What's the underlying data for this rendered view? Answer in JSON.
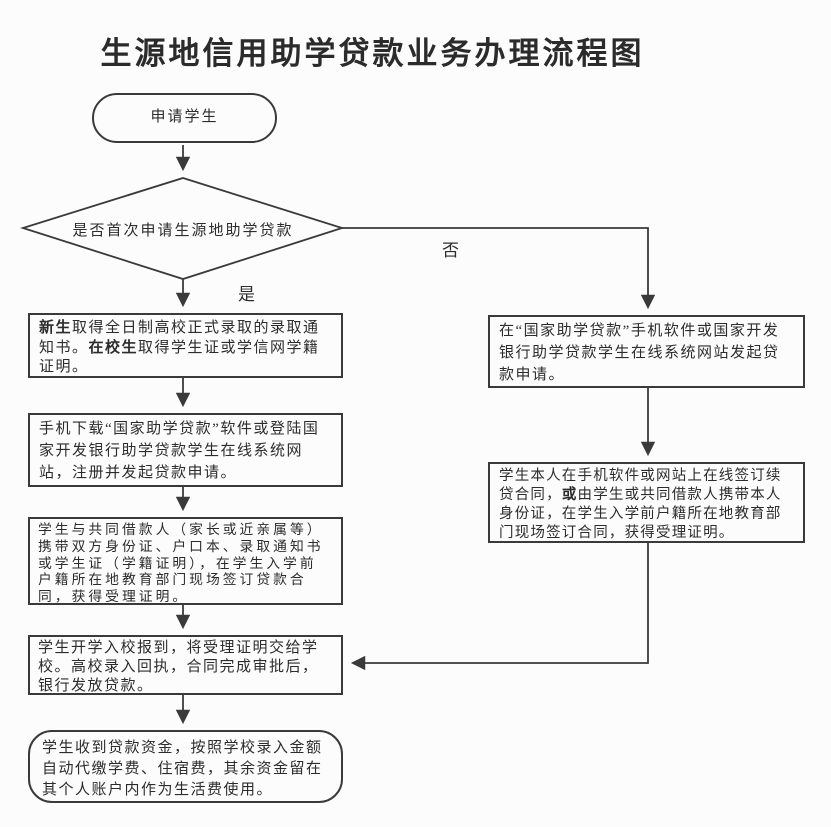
{
  "title": "生源地信用助学贷款业务办理流程图",
  "start": {
    "label": "申请学生"
  },
  "decision": {
    "label": "是否首次申请生源地助学贷款",
    "yes": "是",
    "no": "否"
  },
  "left": {
    "step1": {
      "bold1": "新生",
      "text1": "取得全日制高校正式录取的录取通知书。",
      "bold2": "在校生",
      "text2": "取得学生证或学信网学籍证明。"
    },
    "step2": {
      "text": "手机下载“国家助学贷款”软件或登陆国家开发银行助学贷款学生在线系统网站，注册并发起贷款申请。"
    },
    "step3": {
      "text": "学生与共同借款人（家长或近亲属等）携带双方身份证、户口本、录取通知书或学生证（学籍证明），在学生入学前户籍所在地教育部门现场签订贷款合同，获得受理证明。"
    },
    "step4": {
      "text": "学生开学入校报到，将受理证明交给学校。高校录入回执，合同完成审批后，银行发放贷款。"
    },
    "end": {
      "text": "学生收到贷款资金，按照学校录入金额自动代缴学费、住宿费，其余资金留在其个人账户内作为生活费使用。"
    }
  },
  "right": {
    "step1": {
      "text": "在“国家助学贷款”手机软件或国家开发银行助学贷款学生在线系统网站发起贷款申请。"
    },
    "step2": {
      "part1": "学生本人在手机软件或网站上在线签订续贷合同，",
      "bold": "或",
      "part2": "由学生或共同借款人携带本人身份证，在学生入学前户籍所在地教育部门现场签订合同，获得受理证明。"
    }
  },
  "colors": {
    "line": "#3a3a3a",
    "text": "#2c2c2c",
    "background": "#fcfcfc"
  }
}
